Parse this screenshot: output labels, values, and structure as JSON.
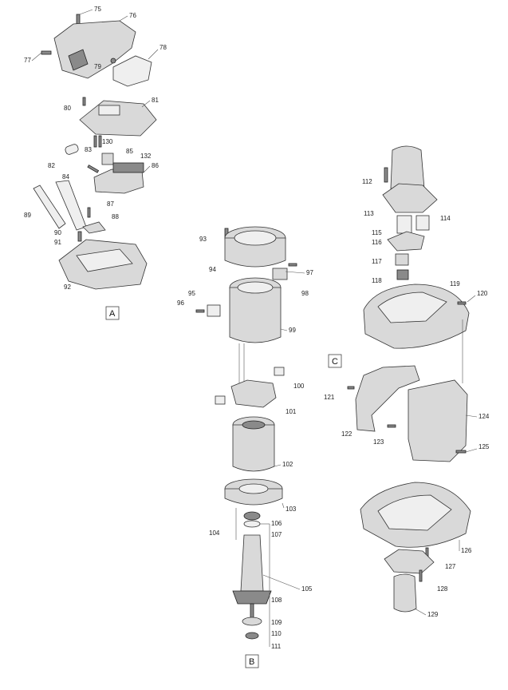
{
  "section_labels": {
    "a": "A",
    "b": "B",
    "c": "C"
  },
  "parts": {
    "p75": "75",
    "p76": "76",
    "p77": "77",
    "p78": "78",
    "p79": "79",
    "p80": "80",
    "p81": "81",
    "p82": "82",
    "p83": "83",
    "p84": "84",
    "p85": "85",
    "p86": "86",
    "p87": "87",
    "p88": "88",
    "p89": "89",
    "p90": "90",
    "p91": "91",
    "p92": "92",
    "p93": "93",
    "p94": "94",
    "p95": "95",
    "p96": "96",
    "p97": "97",
    "p98": "98",
    "p99": "99",
    "p100": "100",
    "p101": "101",
    "p102": "102",
    "p103": "103",
    "p104": "104",
    "p105": "105",
    "p106": "106",
    "p107": "107",
    "p108": "108",
    "p109": "109",
    "p110": "110",
    "p111": "111",
    "p112": "112",
    "p113": "113",
    "p114": "114",
    "p115": "115",
    "p116": "116",
    "p117": "117",
    "p118": "118",
    "p119": "119",
    "p120": "120",
    "p121": "121",
    "p122": "122",
    "p123": "123",
    "p124": "124",
    "p125": "125",
    "p126": "126",
    "p127": "127",
    "p128": "128",
    "p129": "129",
    "p130": "130",
    "p132": "132"
  }
}
